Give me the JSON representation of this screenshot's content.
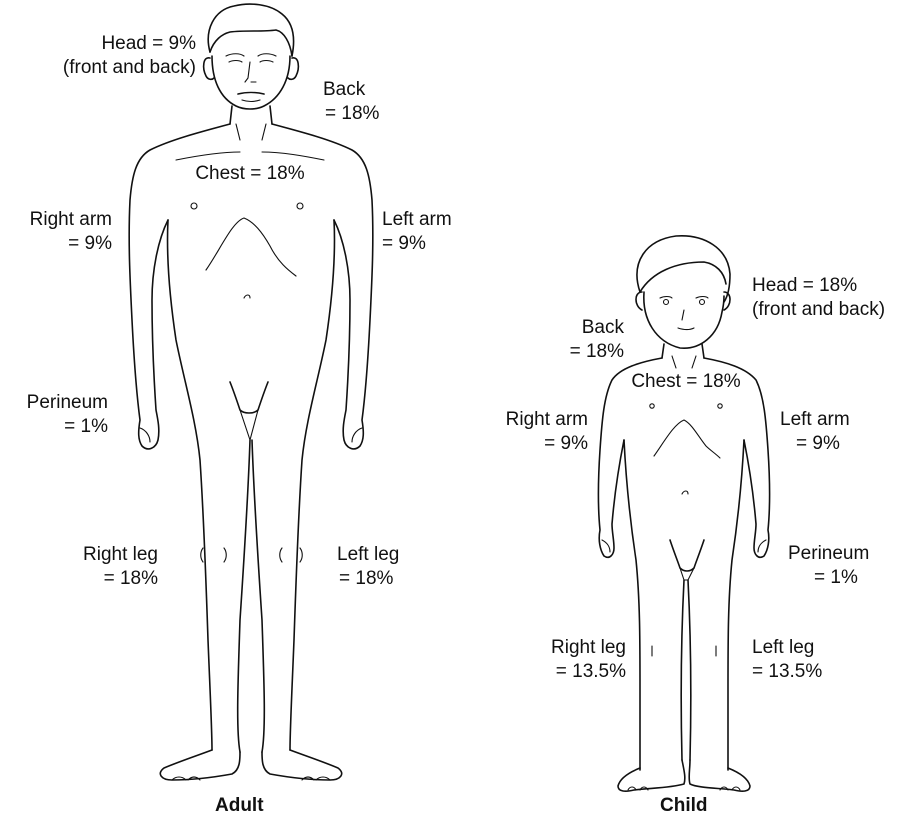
{
  "adult": {
    "caption": "Adult",
    "head": [
      "Head = 9%",
      "(front and back)"
    ],
    "back": [
      "Back",
      "= 18%"
    ],
    "chest": "Chest = 18%",
    "right_arm": [
      "Right arm",
      "= 9%"
    ],
    "left_arm": [
      "Left arm",
      "= 9%"
    ],
    "perineum": [
      "Perineum",
      "= 1%"
    ],
    "right_leg": [
      "Right leg",
      "= 18%"
    ],
    "left_leg": [
      "Left leg",
      "= 18%"
    ]
  },
  "child": {
    "caption": "Child",
    "head": [
      "Head = 18%",
      "(front and back)"
    ],
    "back": [
      "Back",
      "= 18%"
    ],
    "chest": "Chest = 18%",
    "right_arm": [
      "Right arm",
      "= 9%"
    ],
    "left_arm": [
      "Left arm",
      "= 9%"
    ],
    "perineum": [
      "Perineum",
      "= 1%"
    ],
    "right_leg": [
      "Right leg",
      "= 13.5%"
    ],
    "left_leg": [
      "Left leg",
      "= 13.5%"
    ]
  }
}
